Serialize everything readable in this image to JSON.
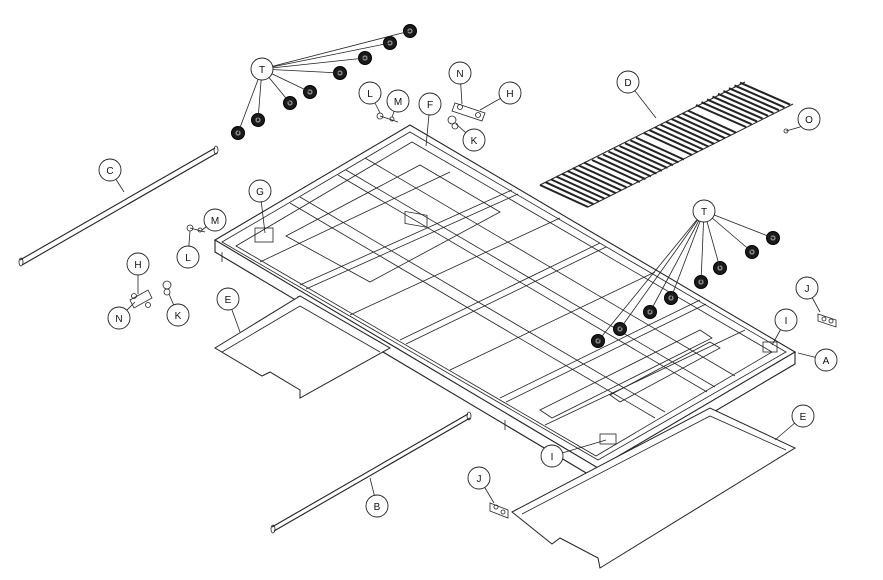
{
  "diagram": {
    "labels": {
      "A": "A",
      "B": "B",
      "C": "C",
      "D": "D",
      "E": "E",
      "F": "F",
      "G": "G",
      "H": "H",
      "I": "I",
      "J": "J",
      "K": "K",
      "L": "L",
      "M": "M",
      "N": "N",
      "O": "O",
      "T": "T"
    }
  }
}
